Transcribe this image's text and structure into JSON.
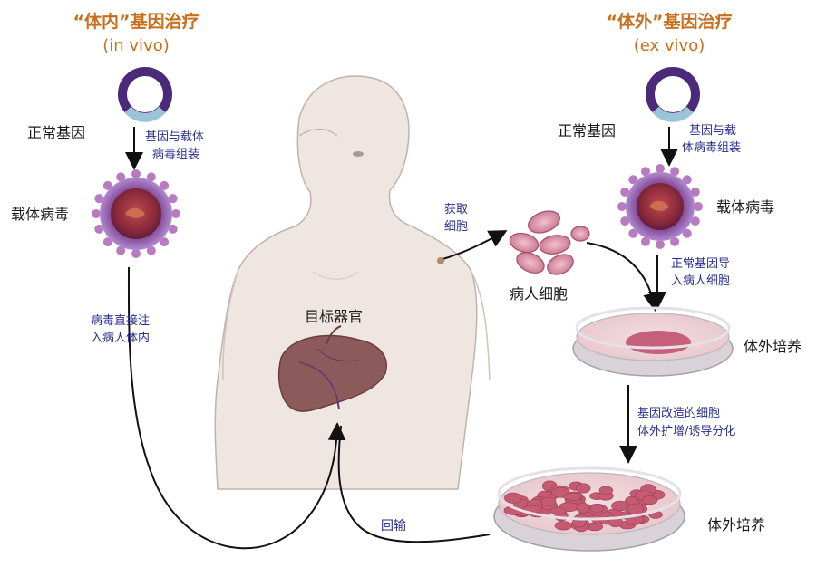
{
  "invivo": {
    "title": "“体内”基因治疗",
    "subtitle": "(in vivo)",
    "normal_gene": "正常基因",
    "assembly_line1": "基因与载体",
    "assembly_line2": "病毒组装",
    "vector_virus": "载体病毒",
    "inject_line1": "病毒直接注",
    "inject_line2": "入病人体内"
  },
  "exvivo": {
    "title": "“体外”基因治疗",
    "subtitle": "(ex vivo)",
    "normal_gene": "正常基因",
    "assembly_line1": "基因与载",
    "assembly_line2": "体病毒组装",
    "vector_virus": "载体病毒",
    "transfer_line1": "正常基因导",
    "transfer_line2": "入病人细胞",
    "culture1": "体外培养",
    "modified_line1": "基因改造的细胞",
    "modified_line2": "体外扩增/诱导分化",
    "culture2": "体外培养"
  },
  "center": {
    "harvest_line1": "获取",
    "harvest_line2": "细胞",
    "patient_cells": "病人细胞",
    "target_organ": "目标器官",
    "reinfuse": "回输"
  },
  "colors": {
    "title": "#c8701e",
    "annotation": "#2a2f8c",
    "plasmid": "#4b2a7a",
    "plasmid_gene": "#9cc4d8",
    "virus_spike": "#b97bc0",
    "virus_core": "#8a2a3a",
    "cell": "#d88aa0",
    "liver": "#8c5a5a",
    "skin": "#e9ded7"
  }
}
